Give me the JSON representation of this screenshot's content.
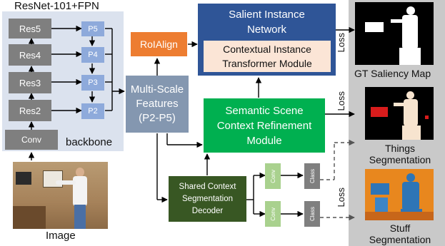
{
  "backbone": {
    "title": "ResNet-101+FPN",
    "label": "backbone",
    "res_blocks": [
      "Res5",
      "Res4",
      "Res3",
      "Res2"
    ],
    "pyramid": [
      "P5",
      "P4",
      "P3",
      "P2"
    ],
    "conv": "Conv"
  },
  "input": {
    "label": "Image"
  },
  "features": {
    "line1": "Multi-Scale",
    "line2": "Features",
    "line3": "(P2-P5)"
  },
  "roialign": {
    "label": "RoIAlign"
  },
  "salient": {
    "line1": "Salient Instance",
    "line2": "Network",
    "inner_line1": "Contextual Instance",
    "inner_line2": "Transformer Module"
  },
  "semantic": {
    "line1": "Semantic Scene",
    "line2": "Context Refinement",
    "line3": "Module"
  },
  "decoder": {
    "line1": "Shared Context",
    "line2": "Segmentation",
    "line3": "Decoder"
  },
  "heads": {
    "conv": "Conv",
    "class": "Class"
  },
  "loss": "Loss",
  "outputs": {
    "saliency": "GT Saliency Map",
    "things_line1": "Things",
    "things_line2": "Segmentation",
    "stuff_line1": "Stuff",
    "stuff_line2": "Segmentation"
  },
  "colors": {
    "panel": "#dbe2ee",
    "res": "#7f7f7f",
    "pyramid": "#8eaadb",
    "features": "#8497b0",
    "roialign": "#ed7d31",
    "salient": "#2f5597",
    "inner": "#fbe5d6",
    "semantic": "#00b050",
    "decoder": "#385723",
    "head_conv": "#a9d18e",
    "head_class": "#7f7f7f",
    "output_panel": "#c9c9c9"
  }
}
